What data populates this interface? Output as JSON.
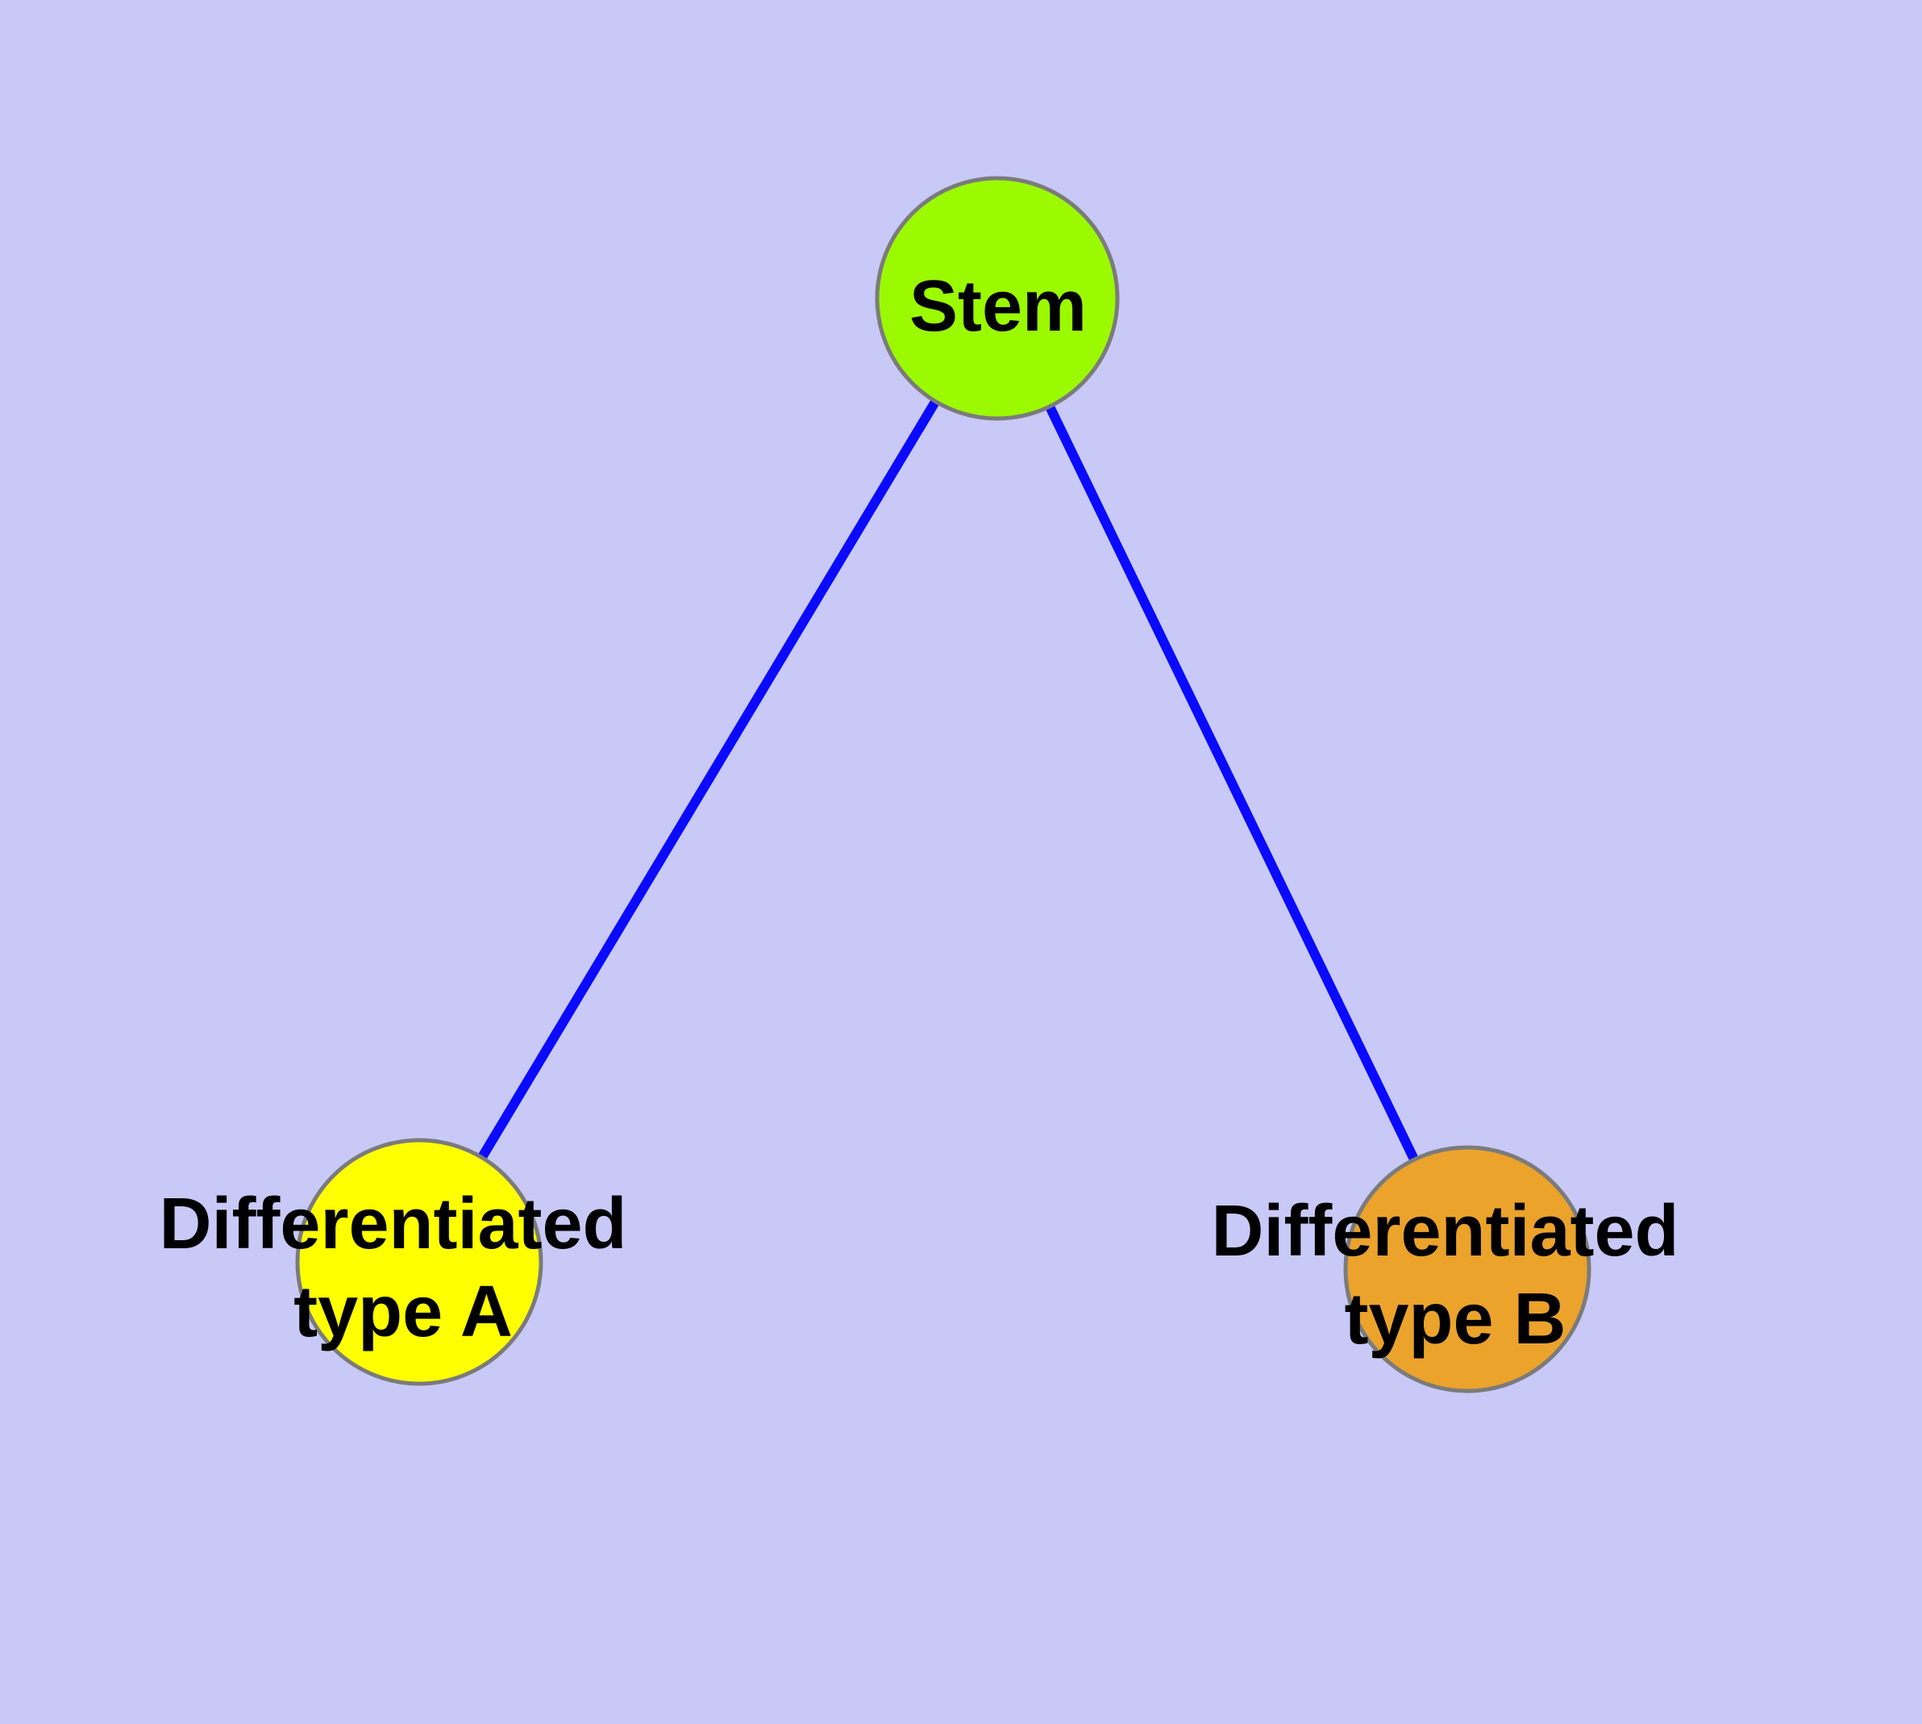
{
  "diagram": {
    "type": "node-link-graph",
    "description": "Cell differentiation hierarchy: a Stem node linked to two differentiated cell type nodes",
    "nodes": [
      {
        "id": "stem",
        "label": "Stem",
        "fill": "#9bfa00"
      },
      {
        "id": "differentiated-type-a",
        "label_line1": "Differentiated",
        "label_line2": "type A",
        "label": "Differentiated type A",
        "fill": "#ffff00"
      },
      {
        "id": "differentiated-type-b",
        "label_line1": "Differentiated",
        "label_line2": "type B",
        "label": "Differentiated type B",
        "fill": "#eba32c"
      }
    ],
    "edges": [
      {
        "from": "stem",
        "to": "differentiated-type-a",
        "color": "#0a0aff"
      },
      {
        "from": "stem",
        "to": "differentiated-type-b",
        "color": "#0a0aff"
      }
    ]
  },
  "style": {
    "background": "#c9c9f8",
    "node_border_color": "#7b7b7b",
    "edge_color": "#0a0aff",
    "label_color": "#000000"
  }
}
